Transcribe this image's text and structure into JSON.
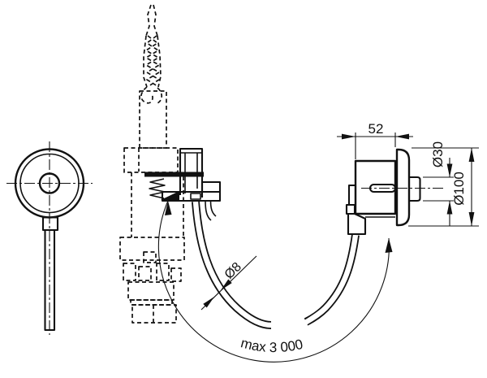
{
  "colors": {
    "background": "#ffffff",
    "line": "#111111"
  },
  "dimensions": {
    "body_depth": "52",
    "button_diameter": "Ø30",
    "flange_diameter": "Ø100",
    "hose_diameter": "Ø8",
    "hose_max_length": "max 3 000"
  }
}
